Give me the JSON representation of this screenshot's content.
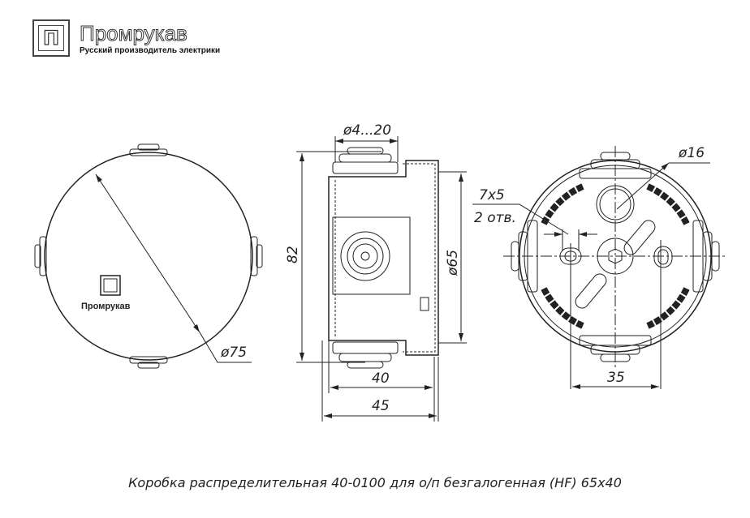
{
  "logo": {
    "mark": "П",
    "brand": "Промрукав",
    "tagline": "Русский производитель электрики"
  },
  "front_view": {
    "logo_text": "Промрукав",
    "diameter": "ø75"
  },
  "side_view": {
    "gland_range": "ø4...20",
    "height": "82",
    "inner_diameter": "ø65",
    "depth_inner": "40",
    "depth_outer": "45"
  },
  "back_view": {
    "hole_diameter": "ø16",
    "slot_size": "7x5",
    "slot_count": "2 отв.",
    "hole_spacing": "35"
  },
  "caption": "Коробка распределительная 40-0100 для о/п безгалогенная (HF) 65x40"
}
